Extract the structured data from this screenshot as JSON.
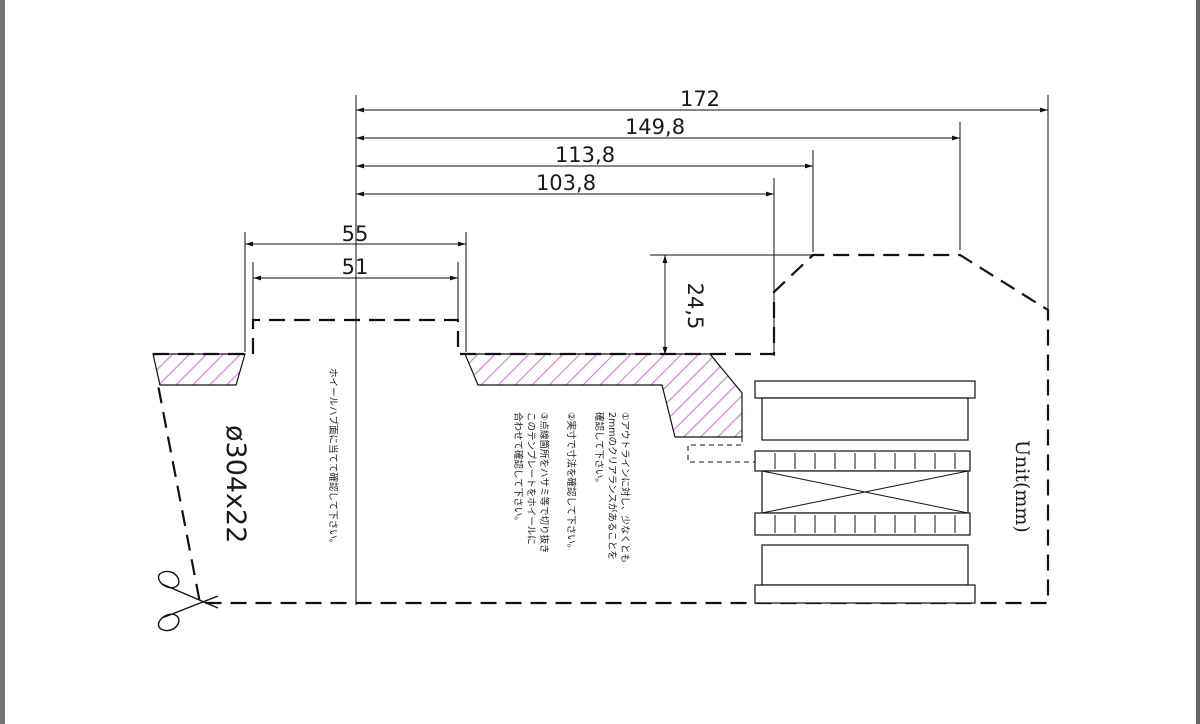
{
  "dimensions": {
    "d172": "172",
    "d149": "149,8",
    "d113": "113,8",
    "d103": "103,8",
    "d55": "55",
    "d51": "51",
    "d245": "24,5"
  },
  "tire_size": "ø304x22",
  "unit_label": "Unit(mm)",
  "center_note": "ホイールハブ面に当てて確認して下さい。",
  "notes": [
    "①アウトラインに対し、少なくとも",
    "2mmのクリアランスがあることを",
    "確認して下さい。",
    "②実寸で寸法を確認して下さい。",
    "③点線箇所をハサミ等で切り抜き",
    "このテンプレートをホイールに",
    "合わせて確認して下さい。"
  ],
  "colors": {
    "hatch": "#e040e0",
    "line": "#111111"
  },
  "icons": [
    "scissors-icon"
  ]
}
